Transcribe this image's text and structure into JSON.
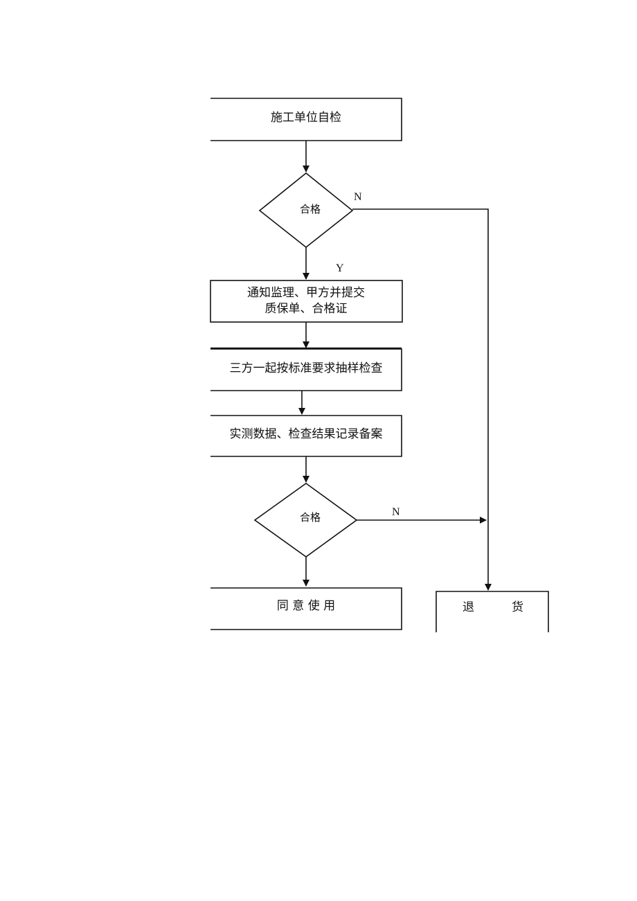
{
  "nodes": {
    "self_check": "施工单位自检",
    "decision_1": "合格",
    "notify_line_1": "通知监理、甲方并提交",
    "notify_line_2": "质保单、合格证",
    "sampling": "三方一起按标准要求抽样检查",
    "record": "实测数据、检查结果记录备案",
    "decision_2": "合格",
    "approve": "同 意 使 用",
    "return": "退          货"
  },
  "edge_labels": {
    "decision_1_no": "N",
    "decision_1_yes": "Y",
    "decision_2_no": "N"
  }
}
